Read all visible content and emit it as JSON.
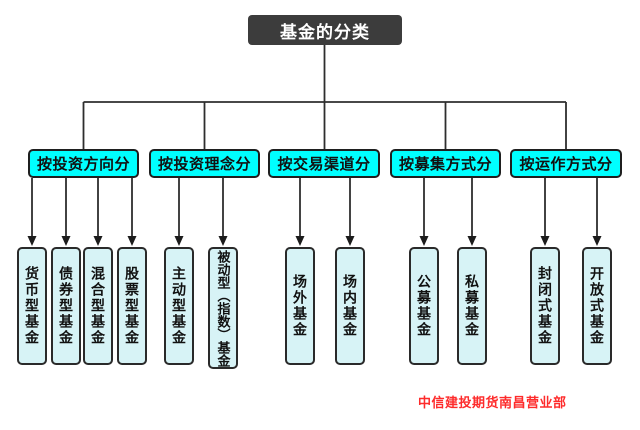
{
  "root": {
    "label": "基金的分类"
  },
  "categories": [
    {
      "label": "按投资方向分",
      "children": [
        "货币型基金",
        "债券型基金",
        "混合型基金",
        "股票型基金"
      ]
    },
    {
      "label": "按投资理念分",
      "children": [
        "主动型基金",
        "被动型（指数）基金"
      ]
    },
    {
      "label": "按交易渠道分",
      "children": [
        "场外基金",
        "场内基金"
      ]
    },
    {
      "label": "按募集方式分",
      "children": [
        "公募基金",
        "私募基金"
      ]
    },
    {
      "label": "按运作方式分",
      "children": [
        "封闭式基金",
        "开放式基金"
      ]
    }
  ],
  "footer": {
    "credit": "中信建投期货南昌营业部"
  },
  "colors": {
    "root_bg": "#3c3c3c",
    "root_text": "#ffffff",
    "category_fill": "#00ffff",
    "leaf_fill": "#d7f3f6",
    "border": "#1f1f1f",
    "connector": "#2e2e2e",
    "credit_text": "#fe2b2b"
  }
}
